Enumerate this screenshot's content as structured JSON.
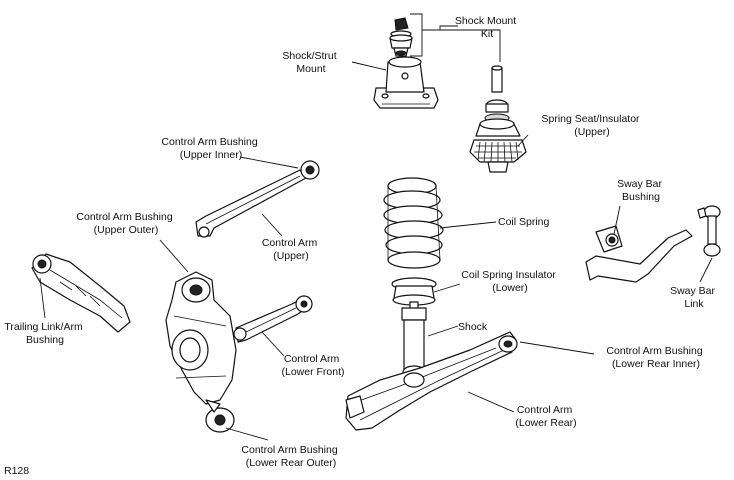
{
  "figure_code": "R128",
  "labels": {
    "shock_mount_kit": [
      "Shock Mount",
      "Kit"
    ],
    "shock_strut_mount": [
      "Shock/Strut",
      "Mount"
    ],
    "spring_seat_upper": [
      "Spring Seat/Insulator",
      "(Upper)"
    ],
    "ca_bushing_upper_inner": [
      "Control Arm Bushing",
      "(Upper Inner)"
    ],
    "sway_bar_bushing": [
      "Sway Bar",
      "Bushing"
    ],
    "ca_bushing_upper_outer": [
      "Control Arm Bushing",
      "(Upper Outer)"
    ],
    "coil_spring": [
      "Coil Spring"
    ],
    "control_arm_upper": [
      "Control Arm",
      "(Upper)"
    ],
    "coil_spring_insulator_lower": [
      "Coil Spring Insulator",
      "(Lower)"
    ],
    "sway_bar_link": [
      "Sway Bar",
      "Link"
    ],
    "trailing_link_bushing": [
      "Trailing Link/Arm",
      "Bushing"
    ],
    "shock": [
      "Shock"
    ],
    "control_arm_lower_front": [
      "Control Arm",
      "(Lower Front)"
    ],
    "ca_bushing_lower_rear_inner": [
      "Control Arm Bushing",
      "(Lower Rear Inner)"
    ],
    "control_arm_lower_rear": [
      "Control Arm",
      "(Lower Rear)"
    ],
    "ca_bushing_lower_rear_outer": [
      "Control Arm Bushing",
      "(Lower Rear Outer)"
    ]
  }
}
